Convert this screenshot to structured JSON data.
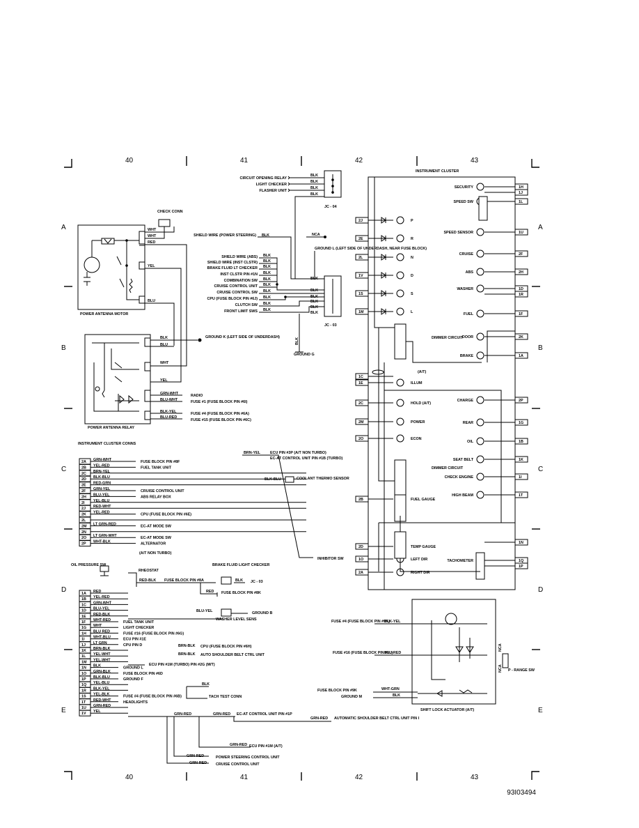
{
  "columns": {
    "top": [
      "40",
      "41",
      "42",
      "43"
    ],
    "bottom": [
      "40",
      "41",
      "42",
      "43"
    ]
  },
  "rows": {
    "left": [
      "A",
      "B",
      "C",
      "D",
      "E"
    ],
    "right": [
      "A",
      "B",
      "C",
      "D",
      "E"
    ]
  },
  "figure_id": "93I03494",
  "jc04": {
    "inputs": [
      {
        "label": "CIRCUIT OPENING RELAY",
        "wire": "BLK"
      },
      {
        "label": "LIGHT CHECKER",
        "wire": "BLK"
      },
      {
        "label": "FLASHER UNIT",
        "wire": "BLK"
      },
      {
        "label": "",
        "wire": "BLK"
      }
    ],
    "label": "JC - 04"
  },
  "check_conn": "CHECK CONN",
  "antenna_motor": {
    "label": "POWER ANTENNA MOTOR",
    "wires": [
      "WHT",
      "WHT",
      "RED",
      "YEL",
      "BLU"
    ]
  },
  "antenna_relay": {
    "label": "POWER ANTENNA RELAY",
    "wires": [
      "BLK",
      "BLU",
      "WHT",
      "YEL",
      "GRN-WHT",
      "BLU-WHT",
      "BLK-YEL",
      "BLU-RED"
    ],
    "outputs": [
      "RADIO",
      "FUSE #1 (FUSE BLOCK PIN #6I)",
      "FUSE #4 (FUSE BLOCK PIN #6A)",
      "FUSE #15 (FUSE BLOCK PIN #6C)"
    ]
  },
  "ground_k": "GROUND K (LEFT SIDE OF UNDERDASH)",
  "ground_l": "GROUND L (LEFT SIDE OF UNDERDASH, NEAR FUSE BLOCK)",
  "ground_g": "GROUND G",
  "nca": "NCA",
  "jc03": {
    "label": "JC - 03",
    "inputs": [
      {
        "label": "SHIELD WIRE (POWER STEERING)",
        "wire": "BLK"
      },
      {
        "label": "SHIELD WIRE (ABS)",
        "wire": "BLK"
      },
      {
        "label": "SHIELD WIRE (INST CLSTR)",
        "wire": "BLK"
      },
      {
        "label": "BRAKE FLUID LT CHECKER",
        "wire": "BLK"
      },
      {
        "label": "INST CLSTR PIN #1N",
        "wire": "BLK"
      },
      {
        "label": "COMBINATION SW",
        "wire": "BLK"
      },
      {
        "label": "CRUISE CONTROL UNIT",
        "wire": "BLK"
      },
      {
        "label": "CRUISE CONTROL SW",
        "wire": "BLK"
      },
      {
        "label": "CPU (FUSE BLOCK PIN #6J)",
        "wire": "BLK"
      },
      {
        "label": "CLUTCH SW",
        "wire": "BLK"
      },
      {
        "label": "FRONT LIMIT SWS",
        "wire": "BLK"
      }
    ],
    "ground_wire": "BLK"
  },
  "cluster": {
    "title": "INSTRUMENT CLUSTER",
    "right_items": [
      {
        "label": "SECURITY",
        "pins": [
          "1H",
          "1J"
        ]
      },
      {
        "label": "SPEED SW",
        "pins": [
          "1L"
        ]
      },
      {
        "label": "SPEED SENSOR",
        "pins": [
          "1U"
        ]
      },
      {
        "label": "CRUISE",
        "pins": [
          "2F"
        ]
      },
      {
        "label": "ABS",
        "pins": [
          "2H"
        ]
      },
      {
        "label": "WASHER",
        "pins": [
          "1D",
          "1R"
        ]
      },
      {
        "label": "FUEL",
        "pins": [
          "1F"
        ]
      },
      {
        "label": "DOOR",
        "pins": [
          "2K"
        ]
      },
      {
        "label": "BRAKE",
        "pins": [
          "1A"
        ]
      },
      {
        "label": "CHARGE",
        "pins": [
          "2P"
        ]
      },
      {
        "label": "REAR",
        "pins": [
          "1G"
        ]
      },
      {
        "label": "OIL",
        "pins": [
          "1B"
        ]
      },
      {
        "label": "SEAT BELT",
        "pins": [
          "1K"
        ]
      },
      {
        "label": "CHECK ENGINE",
        "pins": [
          "1I"
        ]
      },
      {
        "label": "HIGH BEAM",
        "pins": [
          "1T"
        ]
      },
      {
        "label": "",
        "pins": [
          "1N"
        ]
      },
      {
        "label": "TACHOMETER",
        "pins": [
          "1Q",
          "1P"
        ]
      }
    ],
    "left_items": [
      {
        "pin": "2J",
        "label": "P"
      },
      {
        "pin": "2E",
        "label": "R"
      },
      {
        "pin": "2L",
        "label": "N"
      },
      {
        "pin": "1V",
        "label": "D"
      },
      {
        "pin": "1S",
        "label": "S"
      },
      {
        "pin": "1M",
        "label": "L"
      },
      {
        "pin": "1C",
        "label": ""
      },
      {
        "pin": "1E",
        "label": "ILLUM"
      },
      {
        "pin": "2C",
        "label": "HOLD (A/T)"
      },
      {
        "pin": "2M",
        "label": "POWER"
      },
      {
        "pin": "2O",
        "label": "ECON"
      },
      {
        "pin": "2B",
        "label": "FUEL GAUGE"
      },
      {
        "pin": "2D",
        "label": "TEMP GAUGE"
      },
      {
        "pin": "1O",
        "label": "LEFT DIR"
      },
      {
        "pin": "2A",
        "label": "RIGHT DIR"
      }
    ],
    "dimmer": [
      "DIMMER CIRCUIT",
      "DIMMER CIRCUIT"
    ],
    "at_note": "(A/T)"
  },
  "cluster_conns": {
    "title": "INSTRUMENT CLUSTER CONNS",
    "rows": [
      {
        "pin": "2A",
        "wire": "GRN-WHT",
        "dest": "FUSE BLOCK PIN #8F"
      },
      {
        "pin": "2B",
        "wire": "YEL-RED",
        "dest": "FUEL TANK UNIT"
      },
      {
        "pin": "2C",
        "wire": "BRN-YEL",
        "dest": ""
      },
      {
        "pin": "2D",
        "wire": "BLK-BLU",
        "dest": ""
      },
      {
        "pin": "2E",
        "wire": "RED-GRN",
        "dest": ""
      },
      {
        "pin": "2F",
        "wire": "GRN-YEL",
        "dest": "CRUISE CONTROL UNIT"
      },
      {
        "pin": "2H",
        "wire": "BLU-YEL",
        "dest": "ABS RELAY BOX"
      },
      {
        "pin": "2I",
        "wire": "YEL-BLU",
        "dest": ""
      },
      {
        "pin": "2J",
        "wire": "RED-WHT",
        "dest": ""
      },
      {
        "pin": "2K",
        "wire": "YEL-RED",
        "dest": "CPU (FUSE BLOCK PIN #6E)"
      },
      {
        "pin": "2L",
        "wire": "",
        "dest": ""
      },
      {
        "pin": "2M",
        "wire": "LT GRN-RED",
        "dest": "EC-AT MODE SW"
      },
      {
        "pin": "2N",
        "wire": "",
        "dest": ""
      },
      {
        "pin": "2O",
        "wire": "LT GRN-WHT",
        "dest": "EC-AT MODE SW"
      },
      {
        "pin": "2P",
        "wire": "WHT-BLK",
        "dest": "ALTERNATOR"
      }
    ],
    "ecu_note": "ECU PIN #3P (A/T NON TURBO)",
    "ecat_note": "EC-AT CONTROL UNIT PIN #1B (TURBO)",
    "ecu_wire": "BRN-YEL",
    "coolant": "COOLANT THERMO SENSOR",
    "coolant_wire": "BLK-BLU",
    "at_non_turbo": "(A/T NON TURBO)",
    "inhibitor": "INHIBITOR SW"
  },
  "lower_conns": {
    "oil_pressure": "OIL PRESSURE SW",
    "rheostat": "RHEOSTAT",
    "brake_fluid": "BRAKE FLUID LIGHT CHECKER",
    "washer_level": "WASHER LEVEL SENS",
    "ground_b": "GROUND B",
    "rows": [
      {
        "pin": "1A",
        "wire": "RED",
        "dest": ""
      },
      {
        "pin": "1B",
        "wire": "YEL-RED",
        "dest": ""
      },
      {
        "pin": "1C",
        "wire": "GRN-WHT",
        "dest": ""
      },
      {
        "pin": "1D",
        "wire": "BLU-YEL",
        "dest": ""
      },
      {
        "pin": "1E",
        "wire": "RED-BLK",
        "dest": ""
      },
      {
        "pin": "1F",
        "wire": "WHT-RED",
        "dest": "FUEL TANK UNIT"
      },
      {
        "pin": "1G",
        "wire": "WHT",
        "dest": "LIGHT CHECKER"
      },
      {
        "pin": "1H",
        "wire": "BLU RED",
        "dest": "FUSE #16 (FUSE BLOCK PIN #6G)"
      },
      {
        "pin": "1I",
        "wire": "WHT-BLU",
        "dest": "ECU PIN #1E"
      },
      {
        "pin": "1J",
        "wire": "LT GRN",
        "dest": "CPU PIN D"
      },
      {
        "pin": "1K",
        "wire": "BRN-BLK",
        "dest": ""
      },
      {
        "pin": "1L",
        "wire": "YEL-WHT",
        "dest": ""
      },
      {
        "pin": "1M",
        "wire": "YEL-WHT",
        "dest": ""
      },
      {
        "pin": "1N",
        "wire": "BLK",
        "dest": "GROUND L"
      },
      {
        "pin": "1O",
        "wire": "GRN-BLK",
        "dest": "FUSE BLOCK PIN #6D"
      },
      {
        "pin": "1P",
        "wire": "BLK-BLU",
        "dest": "GROUND F"
      },
      {
        "pin": "1Q",
        "wire": "YEL-BLU",
        "dest": ""
      },
      {
        "pin": "1R",
        "wire": "BLK-YEL",
        "dest": ""
      },
      {
        "pin": "1S",
        "wire": "YEL-BLK",
        "dest": "FUSE #4 (FUSE BLOCK PIN #6B)"
      },
      {
        "pin": "1T",
        "wire": "RED-WHT",
        "dest": "HEADLIGHTS"
      },
      {
        "pin": "1U",
        "wire": "GRN-RED",
        "dest": ""
      },
      {
        "pin": "1V",
        "wire": "YEL",
        "dest": ""
      }
    ],
    "notes": {
      "fuse_pin_8a": "FUSE BLOCK PIN #8A",
      "fuse_pin_8k": "FUSE BLOCK PIN #8K",
      "jc03": "JC - 03",
      "cpu_6h": "CPU (FUSE BLOCK PIN #6H)",
      "auto_shoulder": "AUTO SHOULDER BELT CTRL UNIT",
      "ecu_2g": "ECU PIN #1M (TURBO) PIN #2G (M/T)",
      "tach_test": "TACH TEST CONN",
      "ec_control": "EC-AT CONTROL UNIT PIN #1P",
      "auto_shoulder_1": "AUTOMATIC SHOULDER BELT CTRL UNIT PIN I",
      "ecu_1m": "ECU PIN #1M (A/T)",
      "power_steering": "POWER STEERING CONTROL UNIT",
      "cruise_control": "CRUISE CONTROL UNIT"
    },
    "wire_labels": {
      "red_blk": "RED-BLK",
      "red": "RED",
      "blk": "BLK",
      "blu_yel": "BLU-YEL",
      "brn_blk": "BRN-BLK",
      "brn_blk2": "BRN-BLK",
      "blk_jc": "BLK",
      "grn_red": "GRN-RED",
      "grn_red2": "GRN-RED",
      "grn_red3": "GRN-RED",
      "grn_red4": "GRN-RED",
      "grn_red5": "GRN-RED",
      "grn_red6": "GRN-RED"
    }
  },
  "shift_lock": {
    "label": "SHIFT LOCK ACTUATOR (A/T)",
    "inputs": [
      {
        "label": "FUSE #4 (FUSE BLOCK PIN #9A)",
        "wire": "BLK-YEL"
      },
      {
        "label": "FUSE #16 (FUSE BLOCK PIN #9L)",
        "wire": "BLU-RED"
      },
      {
        "label": "FUSE BLOCK PIN #9K",
        "wire": "WHT-GRN"
      },
      {
        "label": "GROUND M",
        "wire": "BLK"
      }
    ],
    "nca": [
      "NCA",
      "NCA"
    ],
    "prange": "P - RANGE SW"
  }
}
